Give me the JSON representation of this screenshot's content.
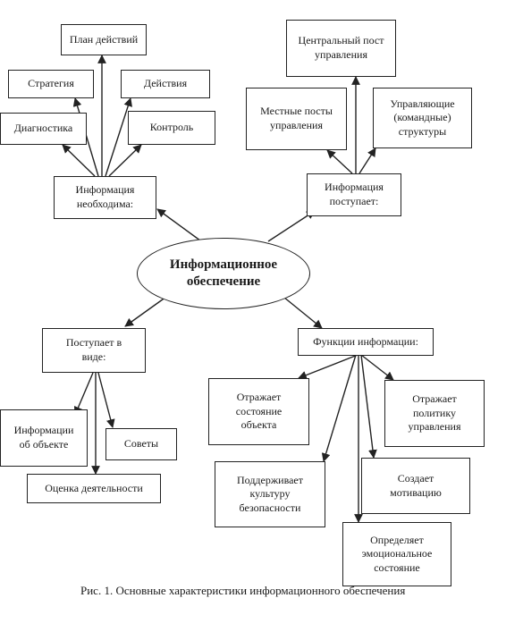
{
  "center": {
    "label": "Информационное\nобеспечение"
  },
  "hubs": {
    "required": "Информация\nнеобходима:",
    "incoming": "Информация\nпоступает:",
    "form": "Поступает в\nвиде:",
    "functions": "Функции информации:"
  },
  "required_items": {
    "plan": "План действий",
    "strategy": "Стратегия",
    "actions": "Действия",
    "diagnostics": "Диагностика",
    "control": "Контроль"
  },
  "incoming_items": {
    "central": "Центральный пост\nуправления",
    "local": "Местные посты\nуправления",
    "command": "Управляющие\n(командные)\nструктуры"
  },
  "form_items": {
    "object_info": "Информации\nоб объекте",
    "advice": "Советы",
    "evaluation": "Оценка деятельности"
  },
  "function_items": {
    "state": "Отражает\nсостояние\nобъекта",
    "policy": "Отражает\nполитику\nуправления",
    "safety": "Поддерживает\nкультуру\nбезопасности",
    "motivation": "Создает\nмотивацию",
    "emotional": "Определяет\nэмоциональное\nсостояние"
  },
  "caption": "Рис. 1. Основные характеристики информационного обеспечения"
}
